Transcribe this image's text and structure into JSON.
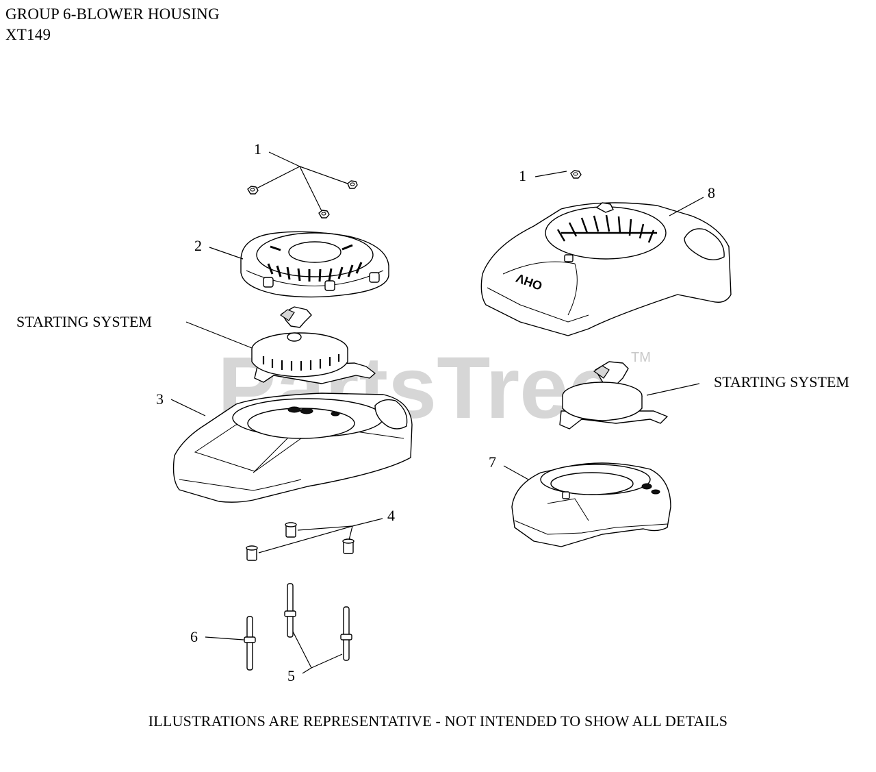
{
  "header": {
    "title": "GROUP 6-BLOWER HOUSING",
    "model": "XT149"
  },
  "footer": {
    "note": "ILLUSTRATIONS ARE REPRESENTATIVE - NOT INTENDED TO SHOW ALL DETAILS"
  },
  "watermark": {
    "text": "PartsTree",
    "trademark": "TM"
  },
  "callouts": {
    "c1_left": "1",
    "c1_right": "1",
    "c2": "2",
    "c3": "3",
    "c4": "4",
    "c5": "5",
    "c6": "6",
    "c7": "7",
    "c8": "8"
  },
  "labels": {
    "starting_system_left": "STARTING SYSTEM",
    "starting_system_right": "STARTING SYSTEM",
    "ohv_badge": "OHV"
  }
}
